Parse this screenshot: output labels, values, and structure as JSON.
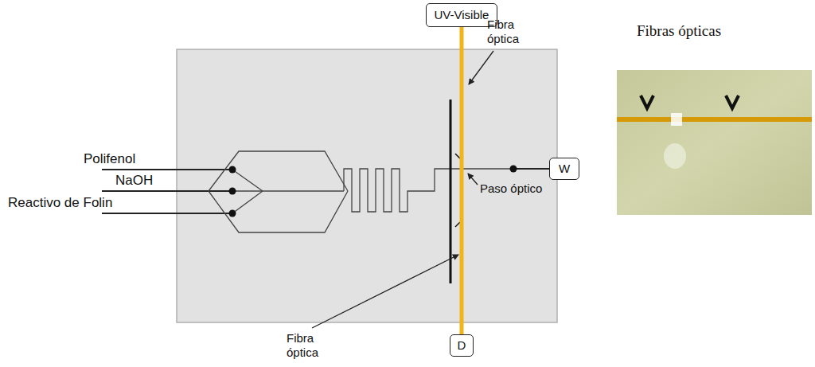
{
  "diagram": {
    "nodes": [
      {
        "text": [
          "UV-Visible"
        ]
      },
      {
        "text": [
          "W"
        ]
      },
      {
        "text": [
          "D"
        ]
      }
    ],
    "edges": [
      {
        "from": 0,
        "to": 2,
        "arrow": "none"
      }
    ],
    "labels": [
      "Polifenol",
      "NaOH",
      "Reactivo de Folin",
      "Fibra óptica",
      "Paso óptico",
      "Fibra óptica",
      "Fibras ópticas"
    ]
  }
}
